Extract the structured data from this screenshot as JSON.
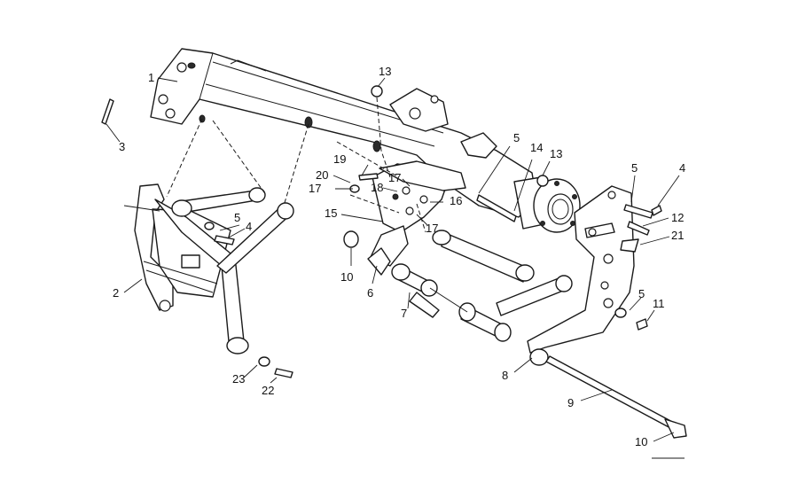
{
  "diagram": {
    "callouts": [
      {
        "id": "c1",
        "text": "1"
      },
      {
        "id": "c2",
        "text": "2"
      },
      {
        "id": "c3",
        "text": "3"
      },
      {
        "id": "c4a",
        "text": "4"
      },
      {
        "id": "c4b",
        "text": "4"
      },
      {
        "id": "c5a",
        "text": "5"
      },
      {
        "id": "c5b",
        "text": "5"
      },
      {
        "id": "c5c",
        "text": "5"
      },
      {
        "id": "c5d",
        "text": "5"
      },
      {
        "id": "c6",
        "text": "6"
      },
      {
        "id": "c7",
        "text": "7"
      },
      {
        "id": "c8",
        "text": "8"
      },
      {
        "id": "c9",
        "text": "9"
      },
      {
        "id": "c10a",
        "text": "10"
      },
      {
        "id": "c10b",
        "text": "10"
      },
      {
        "id": "c11",
        "text": "11"
      },
      {
        "id": "c12",
        "text": "12"
      },
      {
        "id": "c13a",
        "text": "13"
      },
      {
        "id": "c13b",
        "text": "13"
      },
      {
        "id": "c14",
        "text": "14"
      },
      {
        "id": "c15",
        "text": "15"
      },
      {
        "id": "c16",
        "text": "16"
      },
      {
        "id": "c17a",
        "text": "17"
      },
      {
        "id": "c17b",
        "text": "17"
      },
      {
        "id": "c17c",
        "text": "17"
      },
      {
        "id": "c18",
        "text": "18"
      },
      {
        "id": "c19",
        "text": "19"
      },
      {
        "id": "c20",
        "text": "20"
      },
      {
        "id": "c21",
        "text": "21"
      },
      {
        "id": "c22",
        "text": "22"
      },
      {
        "id": "c23",
        "text": "23"
      }
    ]
  }
}
